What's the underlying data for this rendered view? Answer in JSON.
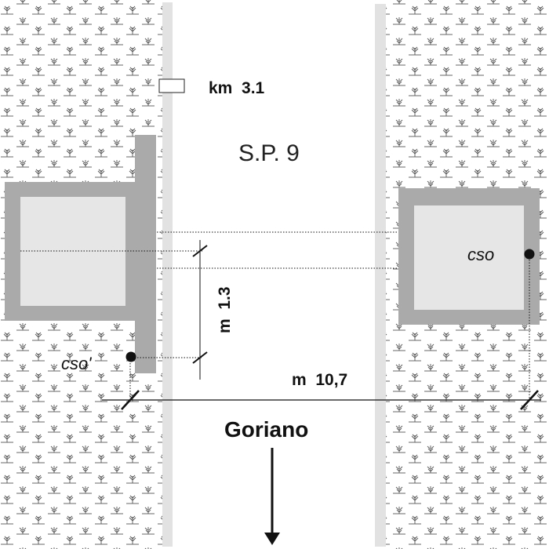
{
  "labels": {
    "km_marker": "km  3.1",
    "road_name": "S.P. 9",
    "offset": "m  1.3",
    "distance": "m  10,7",
    "destination": "Goriano",
    "point_right": "cso",
    "point_left": "cso'"
  },
  "colors": {
    "background": "#ffffff",
    "road_edge": "#e2e2e2",
    "building_wall": "#aaaaaa",
    "building_fill": "#e6e6e6",
    "ink": "#111111",
    "vegetation": "#555555"
  },
  "icons": {
    "km_marker": "rectangle-marker-icon",
    "direction": "arrow-down-icon",
    "point": "filled-dot-icon",
    "vegetation": "grass-tuft-icon"
  }
}
